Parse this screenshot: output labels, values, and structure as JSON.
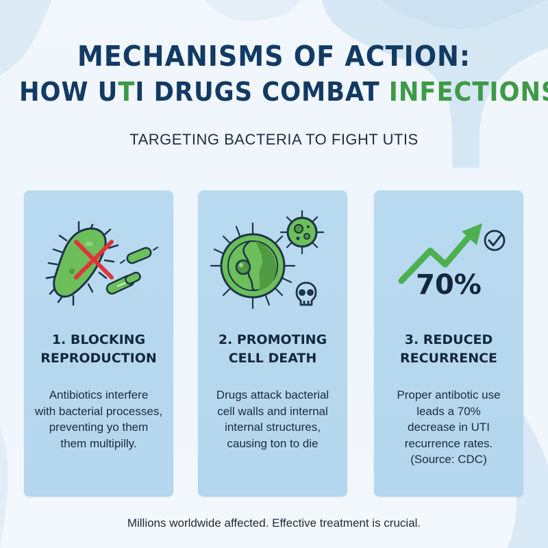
{
  "header": {
    "title_line1": "MECHANISMS OF ACTION:",
    "title_line2_part1": "HOW U",
    "title_line2_part2": "T",
    "title_line2_part3": "I D",
    "title_line2_part4": "RUGS COMBAT ",
    "title_line2_part5": "INFECTIONS",
    "subtitle": "TARGETING BACTERIA TO FIGHT UTIS"
  },
  "cards": [
    {
      "title_line1": "1. BLOCKING",
      "title_line2": "REPRODUCTION",
      "body": [
        "Antibiotics interfere",
        "with bacterial processes,",
        "preventing yo them",
        "them multipilly."
      ],
      "icon": "bacteria-crossed-out-icon"
    },
    {
      "title_line1": "2. PROMOTING",
      "title_line2": "CELL DEATH",
      "body": [
        "Drugs attack bacterial",
        "cell walls and internal",
        "internal structures,",
        "causing ton to die"
      ],
      "icon": "cell-death-skull-icon"
    },
    {
      "title_line1": "3. REDUCED",
      "title_line2": "RECURRENCE",
      "stat": "70%",
      "body": [
        "Proper antibotic use",
        "leads a 70%",
        "decrease in UTI",
        "recurrence rates.",
        "(Source: CDC)"
      ],
      "icon": "trend-up-check-icon"
    }
  ],
  "footer": "Millions worldwide affected. Effective treatment is crucial.",
  "colors": {
    "title_navy": "#123a63",
    "title_green": "#3e9a47",
    "card_bg": "#b9daf0",
    "bacteria_green": "#6cbf5a",
    "cross_red": "#e0343a",
    "page_bg": "#f1f7fc"
  }
}
